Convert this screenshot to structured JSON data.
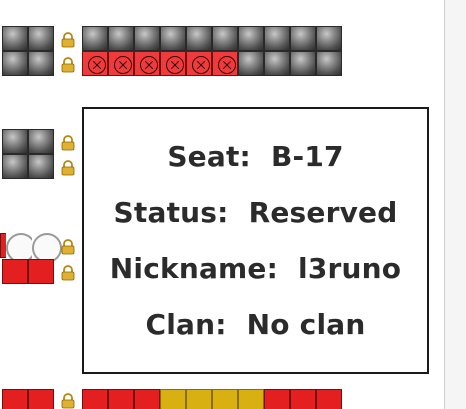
{
  "tooltip": {
    "seat_label": "Seat:",
    "seat_value": "B-17",
    "status_label": "Status:",
    "status_value": "Reserved",
    "nickname_label": "Nickname:",
    "nickname_value": "l3runo",
    "clan_label": "Clan:",
    "clan_value": "No clan"
  },
  "legend_icons": [
    "lock-icon",
    "cancel-circle-icon"
  ],
  "colors": {
    "occupied": "#555555",
    "reserved_red": "#e41f1f",
    "yellow": "#d9b012",
    "free": "#ffffff",
    "lock": "#d9a520"
  }
}
